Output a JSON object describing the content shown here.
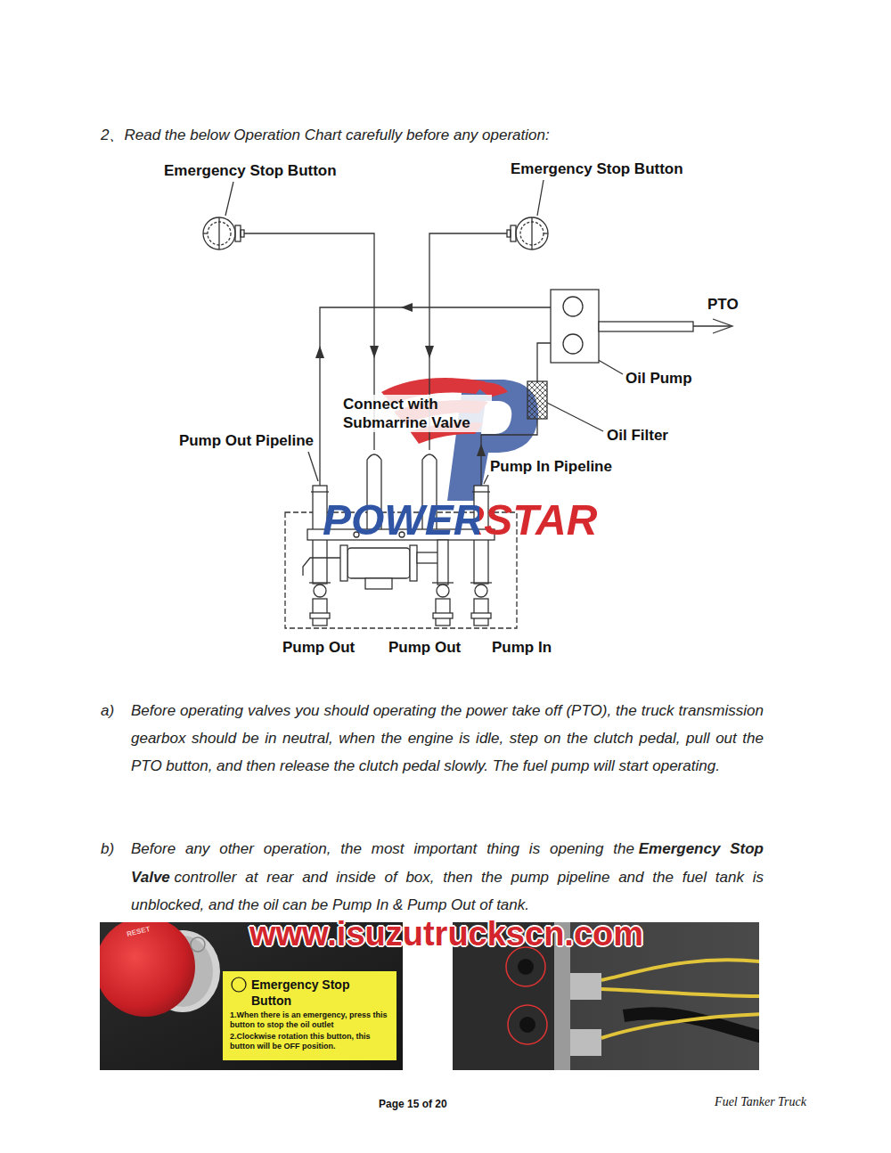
{
  "diagram": {
    "title": "2、Read the below Operation Chart carefully before any operation:",
    "nodes": [
      {
        "text": [
          "Emergency Stop Button",
          "1.When there is an emergency, press this button to stop the oil outlet",
          "2.Clockwise rotation this button, this button will be OFF position."
        ]
      }
    ],
    "labels": [
      "Emergency Stop Button",
      "Emergency Stop Button",
      "PTO",
      "Oil Pump",
      "Connect with Submarrine Valve",
      "Oil Filter",
      "Pump Out Pipeline",
      "Pump In Pipeline",
      "POWERSTAR",
      "Pump Out",
      "Pump Out",
      "Pump In",
      "a)",
      "Before operating valves you should operating the power take off (PTO), the truck transmission gearbox should be in neutral, when the engine is idle, step on the clutch pedal, pull out the PTO button, and then release the clutch pedal slowly. The fuel pump will start operating.",
      "b)",
      "Before any other operation, the most important thing is opening the",
      "Emergency Stop Valve",
      "controller at rear and inside of box, then the pump pipeline and the fuel tank is unblocked, and the oil can be Pump In & Pump Out of tank.",
      "RESET",
      "www.isuzutruckscn.com",
      "Page 15 of 20",
      "Fuel Tanker Truck"
    ]
  }
}
